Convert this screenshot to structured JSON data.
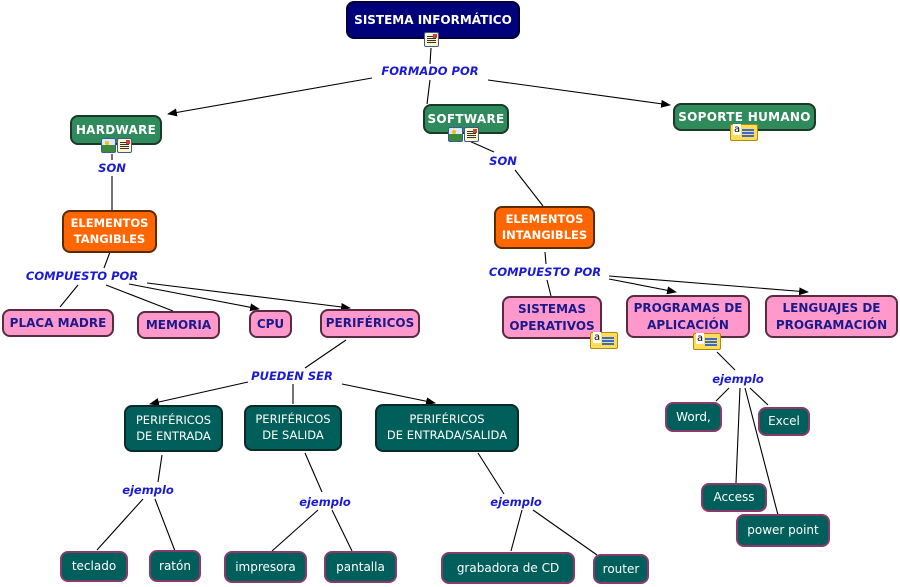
{
  "title": "SISTEMA INFORMÁTICO",
  "colors": {
    "root": "#00007a",
    "category": "#2f8a5c",
    "element": "#ff6600",
    "component": "#ff99cc",
    "peripheral": "#005f5a",
    "linking_phrase": "#1a1ad6"
  },
  "nodes": {
    "sistema": {
      "label": "SISTEMA INFORMÁTICO",
      "icons": [
        "document-image-icon"
      ]
    },
    "hardware": {
      "label": "HARDWARE",
      "icons": [
        "image-icon",
        "document-image-icon"
      ]
    },
    "software": {
      "label": "SOFTWARE",
      "icons": [
        "image-icon",
        "document-image-icon"
      ]
    },
    "soporte": {
      "label": "SOPORTE HUMANO",
      "icons": [
        "note-icon"
      ]
    },
    "tangibles": {
      "label": "ELEMENTOS\nTANGIBLES"
    },
    "intangibles": {
      "label": "ELEMENTOS\nINTANGIBLES"
    },
    "placa": {
      "label": "PLACA MADRE"
    },
    "memoria": {
      "label": "MEMORIA"
    },
    "cpu": {
      "label": "CPU"
    },
    "perifericos": {
      "label": "PERIFÉRICOS"
    },
    "so": {
      "label": "SISTEMAS\nOPERATIVOS",
      "icons": [
        "note-icon"
      ]
    },
    "programas": {
      "label": "PROGRAMAS DE\nAPLICACIÓN",
      "icons": [
        "note-icon"
      ]
    },
    "lenguajes": {
      "label": "LENGUAJES DE\nPROGRAMACIÓN"
    },
    "p_entrada": {
      "label": "PERIFÉRICOS\nDE ENTRADA"
    },
    "p_salida": {
      "label": "PERIFÉRICOS\nDE SALIDA"
    },
    "p_es": {
      "label": "PERIFÉRICOS\nDE ENTRADA/SALIDA"
    },
    "teclado": {
      "label": "teclado"
    },
    "raton": {
      "label": "ratón"
    },
    "impresora": {
      "label": "impresora"
    },
    "pantalla": {
      "label": "pantalla"
    },
    "grabadora": {
      "label": "grabadora de  CD"
    },
    "router": {
      "label": "router"
    },
    "word": {
      "label": "Word,"
    },
    "excel": {
      "label": "Excel"
    },
    "access": {
      "label": "Access"
    },
    "powerpoint": {
      "label": "power point"
    }
  },
  "phrases": {
    "formado_por": "FORMADO POR",
    "son_hw": "SON",
    "son_sw": "SON",
    "compuesto_hw": "COMPUESTO POR",
    "compuesto_sw": "COMPUESTO POR",
    "pueden_ser": "PUEDEN SER",
    "ejemplo_entrada": "ejemplo",
    "ejemplo_salida": "ejemplo",
    "ejemplo_es": "ejemplo",
    "ejemplo_prog": "ejemplo"
  }
}
